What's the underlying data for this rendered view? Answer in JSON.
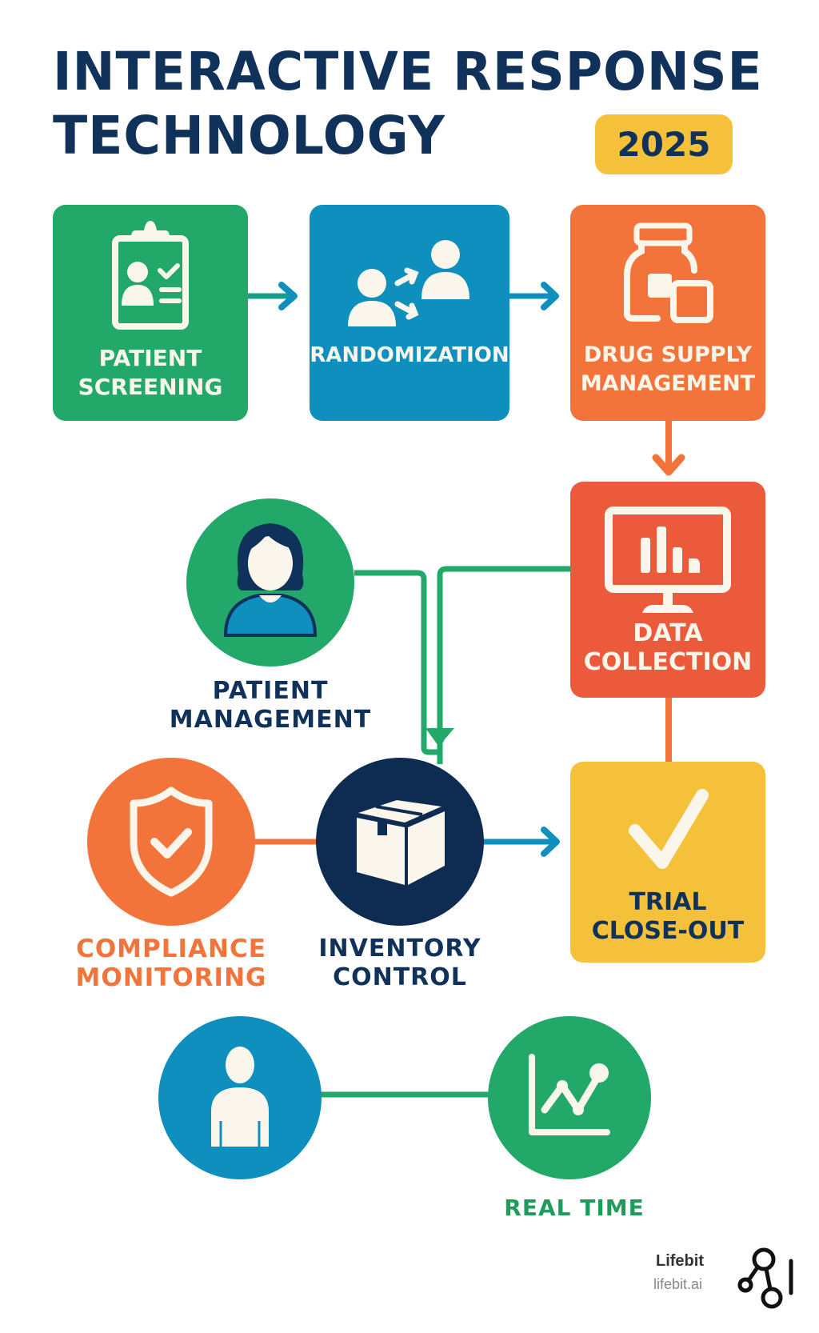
{
  "header": {
    "title_line1": "INTERACTIVE RESPONSE",
    "title_line2": "TECHNOLOGY",
    "year_badge": "2025"
  },
  "colors": {
    "navy": "#10325A",
    "green": "#22A96A",
    "blue": "#0E8FBE",
    "orange": "#F3743A",
    "red_orange": "#EC5A3C",
    "yellow": "#F6C13A",
    "cream": "#FBF6EC"
  },
  "steps": [
    {
      "id": "patient-screening",
      "label": "PATIENT\nSCREENING",
      "icon": "clipboard-patient-icon",
      "color": "green"
    },
    {
      "id": "randomization",
      "label": "RANDOMIZATION",
      "icon": "randomize-people-icon",
      "color": "blue"
    },
    {
      "id": "drug-supply",
      "label": "DRUG SUPPLY\nMANAGEMENT",
      "icon": "medicine-bottle-icon",
      "color": "orange"
    },
    {
      "id": "data-collection",
      "label": "DATA\nCOLLECTION",
      "icon": "monitor-chart-icon",
      "color": "red_orange"
    },
    {
      "id": "trial-close-out",
      "label": "TRIAL\nCLOSE-OUT",
      "icon": "checkmark-icon",
      "color": "yellow"
    }
  ],
  "nodes": [
    {
      "id": "patient-management",
      "label": "PATIENT\nMANAGEMENT",
      "icon": "woman-avatar-icon",
      "color": "green"
    },
    {
      "id": "compliance-monitoring",
      "label": "COMPLIANCE\nMONITORING",
      "icon": "shield-check-icon",
      "color": "orange"
    },
    {
      "id": "inventory-control",
      "label": "INVENTORY\nCONTROL",
      "icon": "package-box-icon",
      "color": "navy"
    },
    {
      "id": "user",
      "label": "",
      "icon": "person-icon",
      "color": "blue"
    },
    {
      "id": "real-time",
      "label": "REAL TIME",
      "icon": "line-chart-icon",
      "color": "green"
    }
  ],
  "footer": {
    "brand": "Lifebit",
    "url": "lifebit.ai",
    "logo_icon": "lifebit-logo-icon"
  }
}
